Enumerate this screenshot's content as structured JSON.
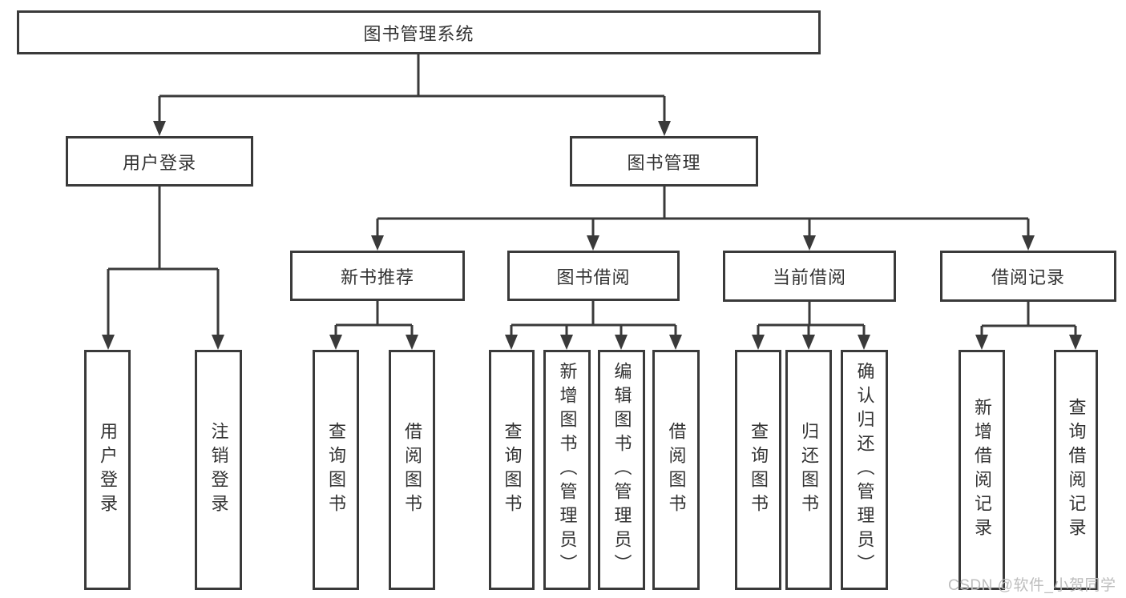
{
  "colors": {
    "line": "#3a3a3a",
    "text": "#333333",
    "bg": "#ffffff",
    "watermark": "#bdbdbd"
  },
  "root": {
    "label": "图书管理系统"
  },
  "level2": {
    "user_login": {
      "label": "用户登录"
    },
    "book_mgmt": {
      "label": "图书管理"
    }
  },
  "level3": {
    "new_books": {
      "label": "新书推荐"
    },
    "book_borrow": {
      "label": "图书借阅"
    },
    "current_borrow": {
      "label": "当前借阅"
    },
    "borrow_records": {
      "label": "借阅记录"
    }
  },
  "leaves": {
    "user_login": {
      "label": "用户登录"
    },
    "logout": {
      "label": "注销登录"
    },
    "nb_query": {
      "label": "查询图书"
    },
    "nb_borrow": {
      "label": "借阅图书"
    },
    "bb_query": {
      "label": "查询图书"
    },
    "bb_add": {
      "label": "新增图书（管理员）"
    },
    "bb_edit": {
      "label": "编辑图书（管理员）"
    },
    "bb_borrow": {
      "label": "借阅图书"
    },
    "cb_query": {
      "label": "查询图书"
    },
    "cb_return": {
      "label": "归还图书"
    },
    "cb_confirm": {
      "label": "确认归还（管理员）"
    },
    "rec_add": {
      "label": "新增借阅记录"
    },
    "rec_query": {
      "label": "查询借阅记录"
    }
  },
  "watermark": {
    "text": "CSDN @软件_小贺同学"
  }
}
